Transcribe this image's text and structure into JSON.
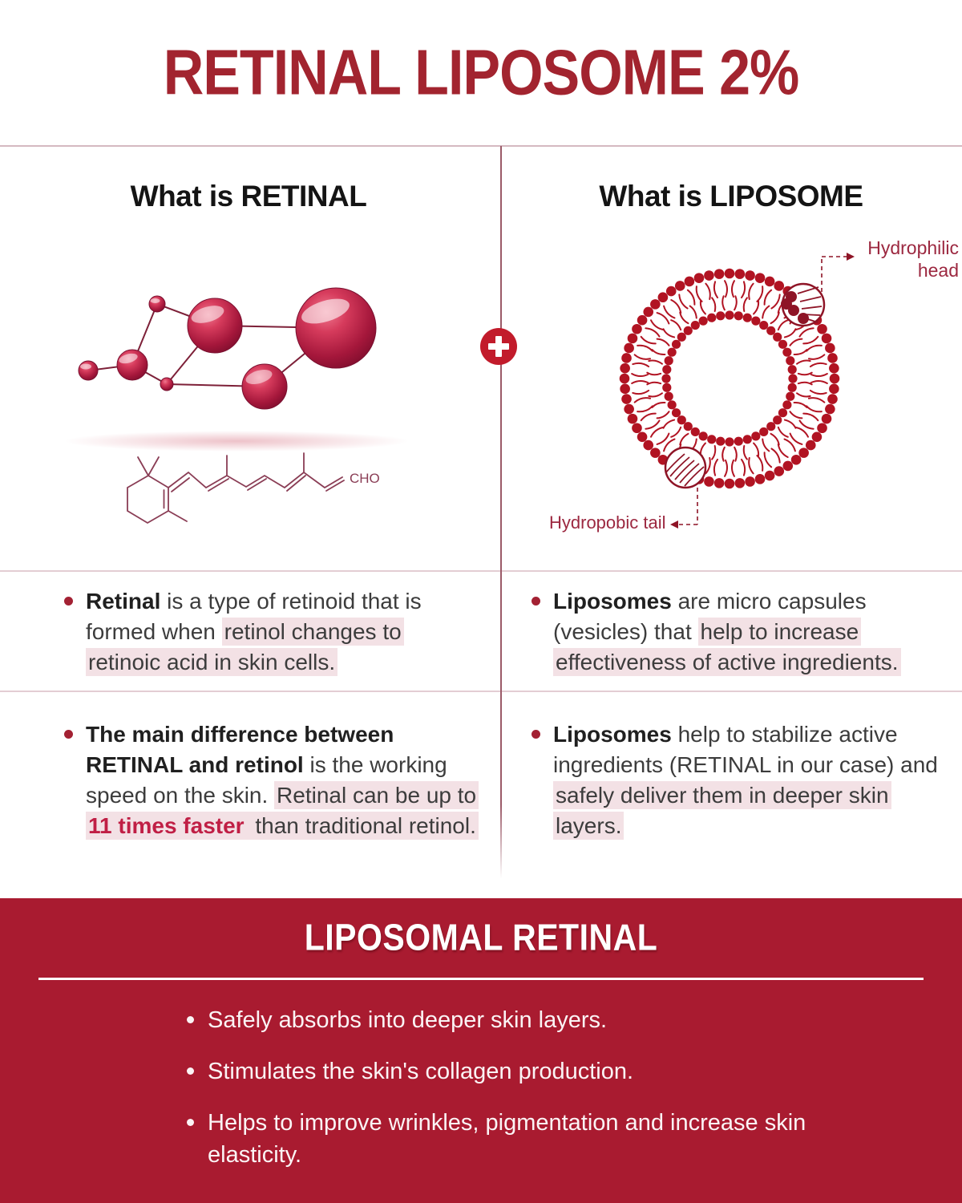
{
  "title": "RETINAL LIPOSOME 2%",
  "left_column": {
    "heading": "What is RETINAL",
    "chem_label": "CHO",
    "bullet1": [
      {
        "t": "Retinal",
        "b": 1
      },
      {
        "t": " is a type of retinoid that is formed when ",
        "b": 0
      },
      {
        "t": "retinol changes to retinoic acid in skin cells.",
        "h": 1
      }
    ],
    "bullet2": [
      {
        "t": "The main difference between RETINAL and retinol",
        "b": 1
      },
      {
        "t": " is the working speed  on the skin. ",
        "b": 0
      },
      {
        "t": "Retinal can be up to ",
        "h": 1
      },
      {
        "t": "11 times faster",
        "h": 1,
        "a": 1
      },
      {
        "t": " than traditional retinol.",
        "h": 1
      }
    ]
  },
  "right_column": {
    "heading": "What is LIPOSOME",
    "hydrophilic_label": "Hydrophilic head",
    "hydrophobic_label": "Hydropobic tail",
    "bullet1": [
      {
        "t": "Liposomes",
        "b": 1
      },
      {
        "t": " are micro capsules (vesicles) that ",
        "b": 0
      },
      {
        "t": "help to increase effectiveness of active ingredients.",
        "h": 1
      }
    ],
    "bullet2": [
      {
        "t": "Liposomes",
        "b": 1
      },
      {
        "t": " help to stabilize active ingredients (RETINAL in our case) and ",
        "b": 0
      },
      {
        "t": "safely deliver them in deeper skin layers.",
        "h": 1
      }
    ]
  },
  "bottom_panel": {
    "heading": "LIPOSOMAL RETINAL",
    "bullets": [
      "Safely absorbs into deeper skin layers.",
      "Stimulates the skin's collagen production.",
      "Helps to improve wrinkles, pigmentation and increase skin elasticity."
    ]
  },
  "colors": {
    "title_red": "#A2242F",
    "accent_crimson": "#C01F45",
    "highlight_pink": "#F3E1E5",
    "bottom_bg": "#A91B30",
    "liposome_red": "#B11322",
    "label_maroon": "#9C2840",
    "plus_red": "#C21B2B",
    "body_text": "#3C3C3C"
  }
}
